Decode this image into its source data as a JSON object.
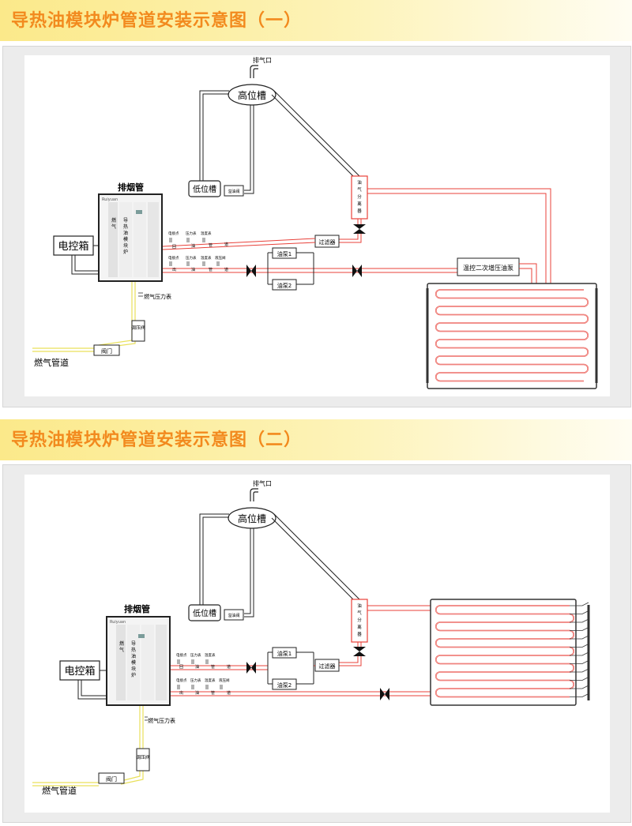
{
  "diagram1": {
    "title": "导热油模块炉管道安装示意图（一）",
    "vent": "排气口",
    "high_tank": "高位槽",
    "low_tank": "低位槽",
    "low_tank_box": "溢油阀",
    "separator": [
      "油",
      "气",
      "分",
      "离",
      "器"
    ],
    "chimney": "排烟管",
    "boiler_brand": "Ruiyuan",
    "boiler_name": [
      "燃",
      "气",
      "导",
      "热",
      "油",
      "模",
      "块",
      "炉"
    ],
    "control_box": "电控箱",
    "filter": "过滤器",
    "pump1": "油泵1",
    "pump2": "油泵2",
    "booster_pump": "温控二次增压油泵",
    "gauge_labels_top": [
      "电接点",
      "压力表",
      "温度表"
    ],
    "gauge_labels_bottom": [
      "电接点",
      "压力表",
      "温度表",
      "液压阀"
    ],
    "line_top": [
      "回",
      "油",
      "管",
      "道"
    ],
    "line_bottom": [
      "出",
      "油",
      "管",
      "道"
    ],
    "gas_gauge": "燃气压力表",
    "regulator": "调压阀",
    "valve": "阀门",
    "gas_pipe": "燃气管道"
  },
  "diagram2": {
    "title": "导热油模块炉管道安装示意图（二）",
    "vent": "排气口",
    "high_tank": "高位槽",
    "low_tank": "低位槽",
    "low_tank_box": "溢油阀",
    "separator": [
      "油",
      "气",
      "分",
      "离",
      "器"
    ],
    "chimney": "排烟管",
    "boiler_brand": "Ruiyuan",
    "boiler_name": [
      "燃",
      "气",
      "导",
      "热",
      "油",
      "模",
      "块",
      "炉"
    ],
    "control_box": "电控箱",
    "filter": "过滤器",
    "pump1": "油泵1",
    "pump2": "油泵2",
    "gauge_labels_top": [
      "电接点",
      "压力表",
      "温度表"
    ],
    "gauge_labels_bottom": [
      "电接点",
      "压力表",
      "温度表",
      "液压阀"
    ],
    "line_top": [
      "回",
      "油",
      "管",
      "道"
    ],
    "line_bottom": [
      "出",
      "油",
      "管",
      "道"
    ],
    "gas_gauge": "燃气压力表",
    "regulator": "调压阀",
    "valve": "阀门",
    "gas_pipe": "燃气管道"
  },
  "colors": {
    "banner_text": "#f28a1e",
    "pipe_red": "#e8413a",
    "gas_yellow": "#e9e05a",
    "line_dark": "#222222"
  }
}
